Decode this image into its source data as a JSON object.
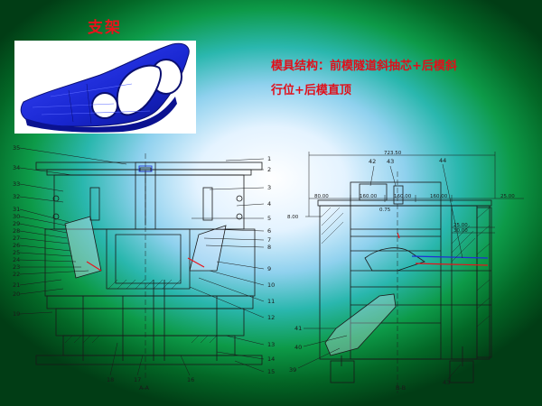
{
  "slide": {
    "title": "支架",
    "description_lines": [
      "模具结构：前模隧道斜抽芯+后模斜",
      "行位+后模直顶"
    ]
  },
  "part_image": {
    "color": "#1f2fd6",
    "background": "#ffffff"
  },
  "left_view": {
    "section_label": "A-A",
    "right_callouts": [
      "1",
      "2",
      "3",
      "4",
      "5",
      "6",
      "7",
      "8",
      "9",
      "10",
      "11",
      "12",
      "13",
      "14",
      "15"
    ],
    "left_callouts": [
      "35",
      "34",
      "33",
      "32",
      "31",
      "30",
      "29",
      "28",
      "27",
      "26",
      "25",
      "24",
      "23",
      "22",
      "21",
      "20",
      "19"
    ],
    "bottom_callouts": [
      "18",
      "17",
      "16"
    ]
  },
  "right_view": {
    "section_label": "B-B",
    "overall_dim": "723.50",
    "dims_top": [
      "80.00",
      "160.00",
      "160.00",
      "160.00",
      "25.00"
    ],
    "dim_left": "8.00",
    "dims_right": [
      "25.00",
      "30.00"
    ],
    "dim_small": "0.75",
    "callouts": [
      "42",
      "43",
      "44",
      "41",
      "40",
      "39",
      "43"
    ]
  },
  "colors": {
    "title": "#e8131b",
    "line": "#1a1a1a",
    "accent_blue": "#1f2fd6",
    "accent_red": "#e8131b"
  }
}
